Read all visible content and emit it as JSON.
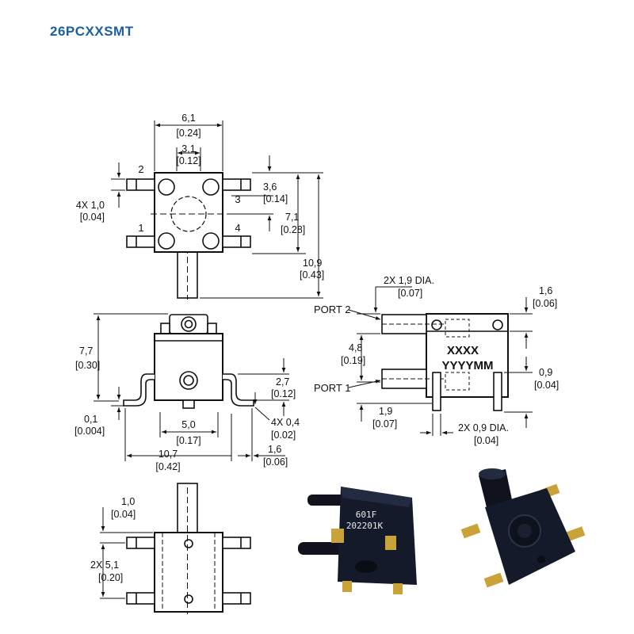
{
  "title": "26PCXXSMT",
  "top_view": {
    "pins": [
      "2",
      "3",
      "1",
      "4"
    ],
    "dims": {
      "width_mm": "6,1",
      "width_in": "[0.24]",
      "inner_mm": "3,1",
      "inner_in": "[0.12]",
      "lead_mm": "4X 1,0",
      "lead_in": "[0.04]",
      "pitch_mm": "3,6",
      "pitch_in": "[0.14]",
      "body_mm": "7,1",
      "body_in": "[0.28]",
      "total_mm": "10,9",
      "total_in": "[0.43]"
    }
  },
  "front_view": {
    "dims": {
      "height_mm": "7,7",
      "height_in": "[0.30]",
      "standoff_mm": "0,1",
      "standoff_in": "[0.004]",
      "port_mm": "5,0",
      "port_in": "[0.17]",
      "span_mm": "10,7",
      "span_in": "[0.42]",
      "foot_mm": "1,6",
      "foot_in": "[0.06]",
      "leadw_mm": "4X 0,4",
      "leadw_in": "[0.02]",
      "leadh_mm": "2,7",
      "leadh_in": "[0.12]"
    }
  },
  "side_view": {
    "port2": "PORT 2",
    "port1": "PORT 1",
    "marking_line1": "XXXX",
    "marking_line2": "YYYYMM",
    "dims": {
      "dia_mm": "2X 1,9 DIA.",
      "dia_in": "[0.07]",
      "top_mm": "1,6",
      "top_in": "[0.06]",
      "spacing_mm": "4,8",
      "spacing_in": "[0.19]",
      "pin_mm": "0,9",
      "pin_in": "[0.04]",
      "offset_mm": "1,9",
      "offset_in": "[0.07]",
      "pindia_mm": "2X 0,9 DIA.",
      "pindia_in": "[0.04]"
    }
  },
  "bottom_view": {
    "dims": {
      "edge_mm": "1,0",
      "edge_in": "[0.04]",
      "pitch_mm": "2X 5,1",
      "pitch_in": "[0.20]"
    }
  },
  "photo_front": {
    "line1": "601F",
    "line2": "202201K"
  },
  "colors": {
    "title": "#1b5f9f",
    "body": "#151a2a",
    "gold": "#c9a33a"
  }
}
